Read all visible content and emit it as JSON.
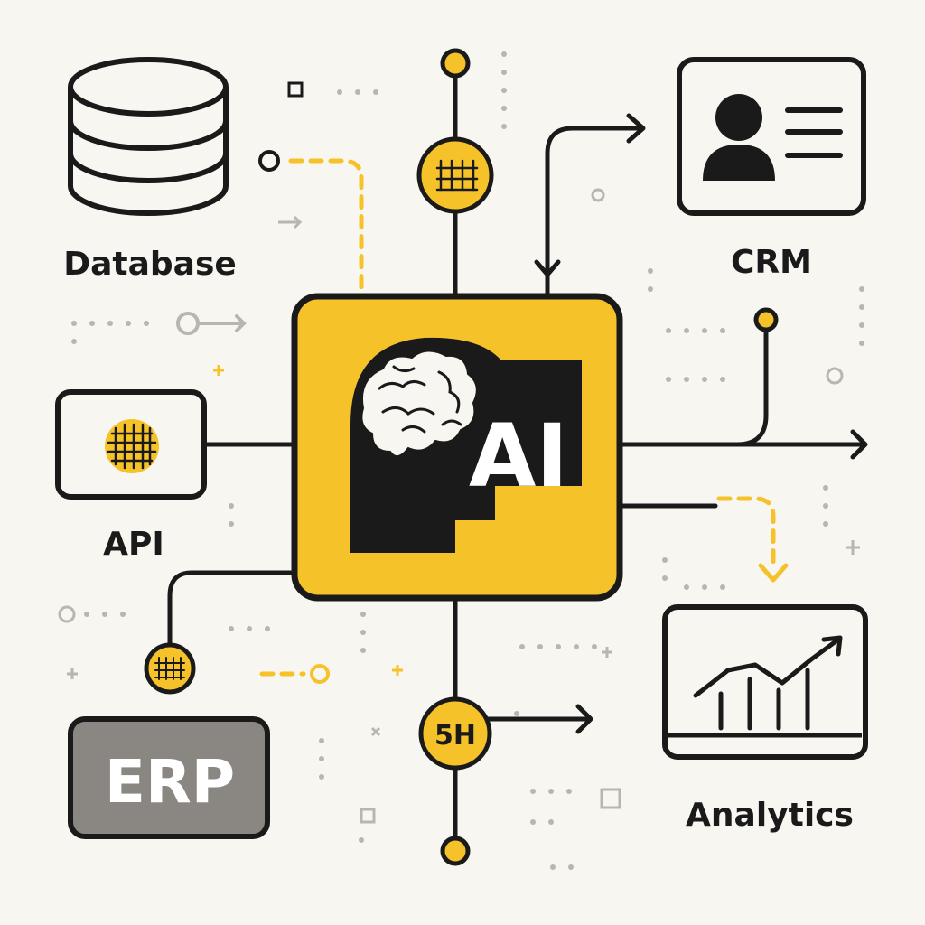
{
  "hub": {
    "label": "AI",
    "icon": "brain-head-icon"
  },
  "nodes": {
    "database": {
      "label": "Database",
      "icon": "database-icon"
    },
    "crm": {
      "label": "CRM",
      "icon": "contact-card-icon"
    },
    "api": {
      "label": "API",
      "icon": "chip-icon"
    },
    "erp": {
      "label": "ERP"
    },
    "analytics": {
      "label": "Analytics",
      "icon": "line-chart-icon"
    }
  },
  "badges": {
    "bottom": {
      "label": "5H"
    }
  },
  "colors": {
    "background": "#f8f6f1",
    "accent": "#f6c22a",
    "ink": "#1a1a1a",
    "erp_fill": "#8a8783",
    "decor_gray": "#b9b6b1"
  }
}
